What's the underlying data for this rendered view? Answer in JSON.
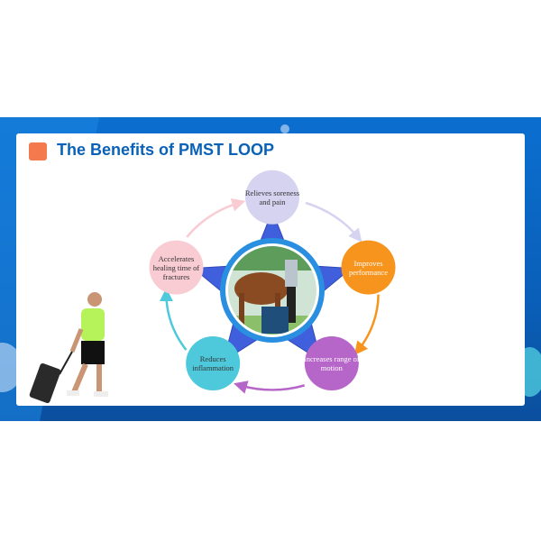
{
  "slide": {
    "title": "The Benefits of PMST LOOP",
    "accent_color": "#f47a4d",
    "title_color": "#0a62b8",
    "band_color": "#0b6fd0"
  },
  "cycle": {
    "center_image": "horse-treatment-photo",
    "benefits": [
      {
        "label": "Relieves soreness and pain",
        "color": "#d6d3f0"
      },
      {
        "label": "Improves performance",
        "color": "#f7941d"
      },
      {
        "label": "Increases range of motion",
        "color": "#b665c9"
      },
      {
        "label": "Reduces inflammation",
        "color": "#4ec9dc"
      },
      {
        "label": "Accelerates healing time of fractures",
        "color": "#f9cbd3"
      }
    ],
    "star_color": "#3f5fdc"
  }
}
